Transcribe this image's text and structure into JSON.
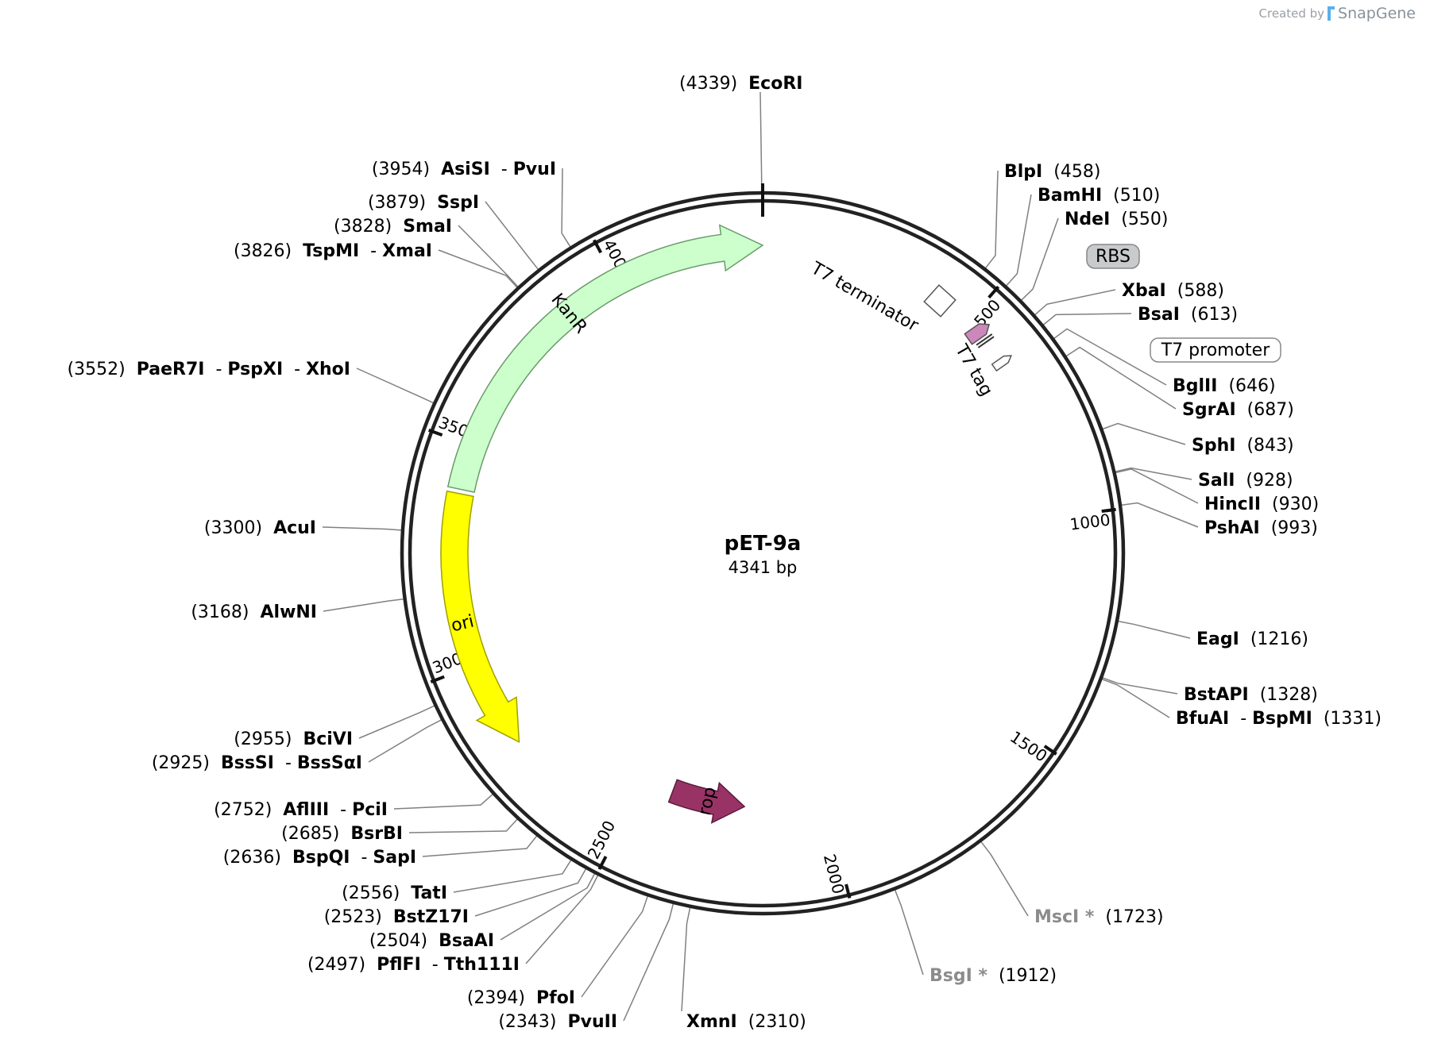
{
  "credit": {
    "prefix": "Created by",
    "brand": "SnapGene"
  },
  "plasmid": {
    "name": "pET-9a",
    "length_label": "4341 bp",
    "length": 4341
  },
  "ticks": [
    {
      "pos": 500,
      "label": "500"
    },
    {
      "pos": 1000,
      "label": "1000"
    },
    {
      "pos": 1500,
      "label": "1500"
    },
    {
      "pos": 2000,
      "label": "2000"
    },
    {
      "pos": 2500,
      "label": "2500"
    },
    {
      "pos": 3000,
      "label": "3000"
    },
    {
      "pos": 3500,
      "label": "3500"
    },
    {
      "pos": 4000,
      "label": "4000"
    }
  ],
  "features": [
    {
      "name": "KanR",
      "type": "arrow",
      "start": 3400,
      "end": 4341,
      "direction": "cw",
      "color": "#ccffcc",
      "stroke": "#6a9a6a",
      "label_color": "#000000"
    },
    {
      "name": "ori",
      "type": "arrow",
      "start": 2800,
      "end": 3390,
      "direction": "ccw",
      "color": "#ffff00",
      "stroke": "#a0a000",
      "label_color": "#000000"
    },
    {
      "name": "rop",
      "type": "arrow",
      "start": 2220,
      "end": 2420,
      "direction": "ccw",
      "color": "#993366",
      "stroke": "#5a1c3c",
      "label_color": "#ffffff"
    },
    {
      "name": "T7 terminator",
      "type": "box",
      "color": "#ffffff",
      "stroke": "#555555"
    },
    {
      "name": "T7 tag",
      "type": "small-arrow",
      "color": "#cc88bb",
      "stroke": "#555555"
    },
    {
      "name": "RBS",
      "type": "badge",
      "color": "#c8cacc",
      "stroke": "#888888"
    },
    {
      "name": "T7 promoter",
      "type": "badge",
      "color": "#ffffff",
      "stroke": "#888888"
    }
  ],
  "sites": [
    {
      "pos": "(4339)",
      "names": [
        "EcoRI"
      ]
    },
    {
      "pos": "(3954)",
      "names": [
        "AsiSI",
        "PvuI"
      ]
    },
    {
      "pos": "(3879)",
      "names": [
        "SspI"
      ]
    },
    {
      "pos": "(3828)",
      "names": [
        "SmaI"
      ]
    },
    {
      "pos": "(3826)",
      "names": [
        "TspMI",
        "XmaI"
      ]
    },
    {
      "pos": "(3552)",
      "names": [
        "PaeR7I",
        "PspXI",
        "XhoI"
      ]
    },
    {
      "pos": "(3300)",
      "names": [
        "AcuI"
      ]
    },
    {
      "pos": "(3168)",
      "names": [
        "AlwNI"
      ]
    },
    {
      "pos": "(2955)",
      "names": [
        "BciVI"
      ]
    },
    {
      "pos": "(2925)",
      "names": [
        "BssSI",
        "BssSαI"
      ]
    },
    {
      "pos": "(2752)",
      "names": [
        "AflIII",
        "PciI"
      ]
    },
    {
      "pos": "(2685)",
      "names": [
        "BsrBI"
      ]
    },
    {
      "pos": "(2636)",
      "names": [
        "BspQI",
        "SapI"
      ]
    },
    {
      "pos": "(2556)",
      "names": [
        "TatI"
      ]
    },
    {
      "pos": "(2523)",
      "names": [
        "BstZ17I"
      ]
    },
    {
      "pos": "(2504)",
      "names": [
        "BsaAI"
      ]
    },
    {
      "pos": "(2497)",
      "names": [
        "PflFI",
        "Tth111I"
      ]
    },
    {
      "pos": "(2394)",
      "names": [
        "PfoI"
      ]
    },
    {
      "pos": "(2343)",
      "names": [
        "PvuII"
      ]
    },
    {
      "pos": "(2310)",
      "names": [
        "XmnI"
      ]
    },
    {
      "pos": "(1912)",
      "names": [
        "BsgI *"
      ],
      "gray": true
    },
    {
      "pos": "(1723)",
      "names": [
        "MscI *"
      ],
      "gray": true
    },
    {
      "pos": "(1331)",
      "names": [
        "BfuAI",
        "BspMI"
      ]
    },
    {
      "pos": "(1328)",
      "names": [
        "BstAPI"
      ]
    },
    {
      "pos": "(1216)",
      "names": [
        "EagI"
      ]
    },
    {
      "pos": "(993)",
      "names": [
        "PshAI"
      ]
    },
    {
      "pos": "(930)",
      "names": [
        "HincII"
      ]
    },
    {
      "pos": "(928)",
      "names": [
        "SalI"
      ]
    },
    {
      "pos": "(843)",
      "names": [
        "SphI"
      ]
    },
    {
      "pos": "(687)",
      "names": [
        "SgrAI"
      ]
    },
    {
      "pos": "(646)",
      "names": [
        "BglII"
      ]
    },
    {
      "pos": "(613)",
      "names": [
        "BsaI"
      ]
    },
    {
      "pos": "(588)",
      "names": [
        "XbaI"
      ]
    },
    {
      "pos": "(550)",
      "names": [
        "NdeI"
      ]
    },
    {
      "pos": "(510)",
      "names": [
        "BamHI"
      ]
    },
    {
      "pos": "(458)",
      "names": [
        "BlpI"
      ]
    }
  ],
  "colors": {
    "ring": "#222222",
    "line": "#808080",
    "gray_text": "#8c8c8c"
  }
}
